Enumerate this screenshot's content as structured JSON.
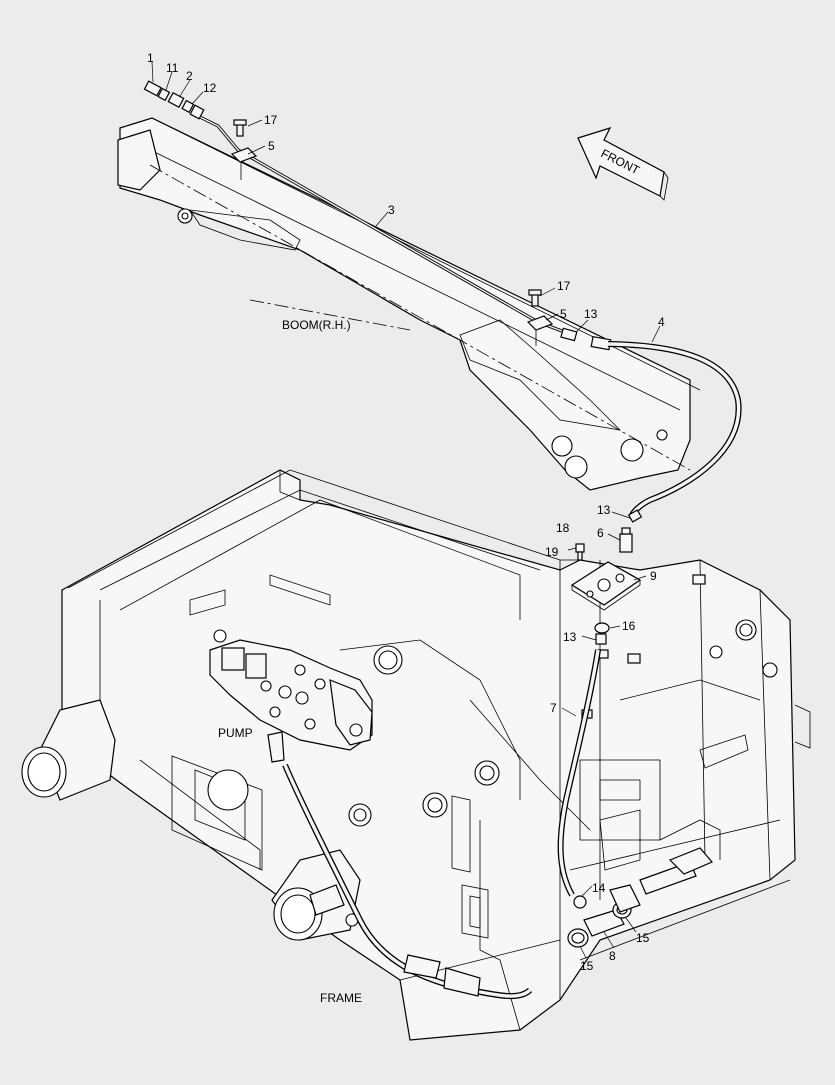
{
  "direction_arrow": {
    "label": "FRONT"
  },
  "assembly_labels": {
    "boom": "BOOM(R.H.)",
    "pump": "PUMP",
    "frame": "FRAME"
  },
  "callouts": [
    "1",
    "11",
    "2",
    "12",
    "17",
    "5",
    "3",
    "17",
    "5",
    "13",
    "4",
    "13",
    "6",
    "18",
    "19",
    "9",
    "13",
    "16",
    "7",
    "14",
    "8",
    "15",
    "15"
  ]
}
